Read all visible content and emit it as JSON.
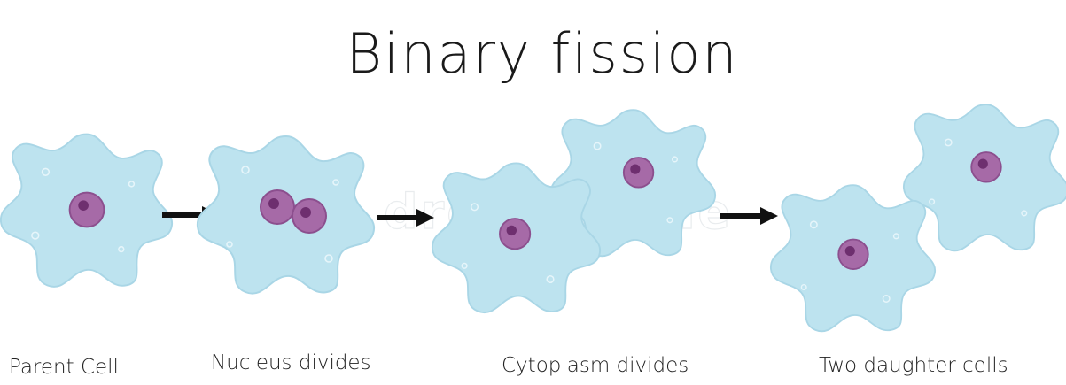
{
  "title": "Binary fission",
  "watermark": "dreamstime",
  "colors": {
    "cell_fill": "#bde3ef",
    "cell_outline": "#a9d6e6",
    "cell_spot": "#e6f5fa",
    "nucleus_fill": "#a66aa7",
    "nucleus_outline": "#8c4f8e",
    "nucleolus_fill": "#6e2f6f",
    "arrow": "#111111",
    "text": "#222222"
  },
  "stages": [
    {
      "label": "Parent Cell"
    },
    {
      "label": "Nucleus divides"
    },
    {
      "label": "Cytoplasm divides"
    },
    {
      "label": "Two daughter cells"
    }
  ]
}
